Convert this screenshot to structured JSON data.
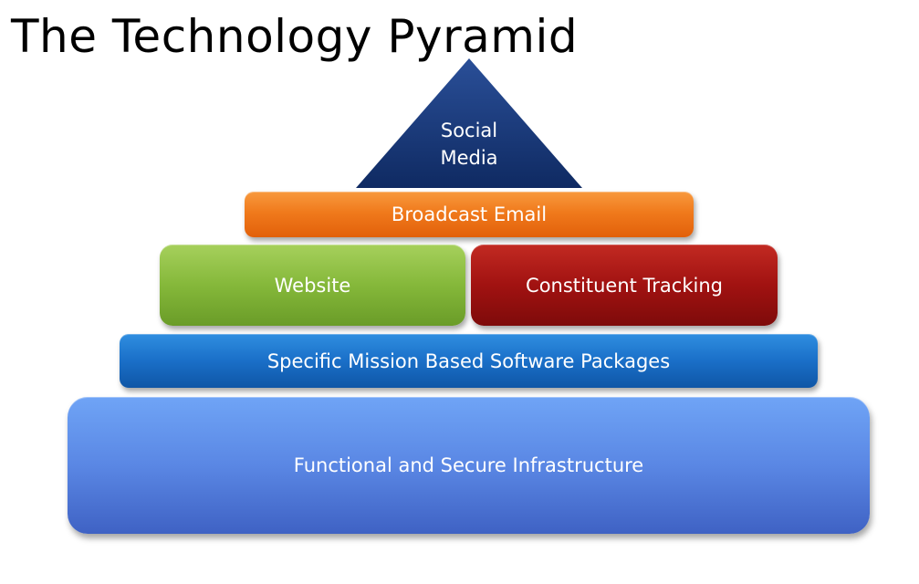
{
  "title": "The Technology Pyramid",
  "apex": {
    "line1": "Social",
    "line2": "Media",
    "color": "#1e3a7a"
  },
  "layers": {
    "broadcast_email": {
      "label": "Broadcast Email",
      "color": "#f07a1c"
    },
    "website": {
      "label": "Website",
      "color": "#85b83a"
    },
    "constituent_tracking": {
      "label": "Constituent Tracking",
      "color": "#a11211"
    },
    "software_packages": {
      "label": "Specific Mission Based Software Packages",
      "color": "#1a6fc8"
    },
    "infrastructure": {
      "label": "Functional and Secure Infrastructure",
      "color": "#5a87e4"
    }
  }
}
